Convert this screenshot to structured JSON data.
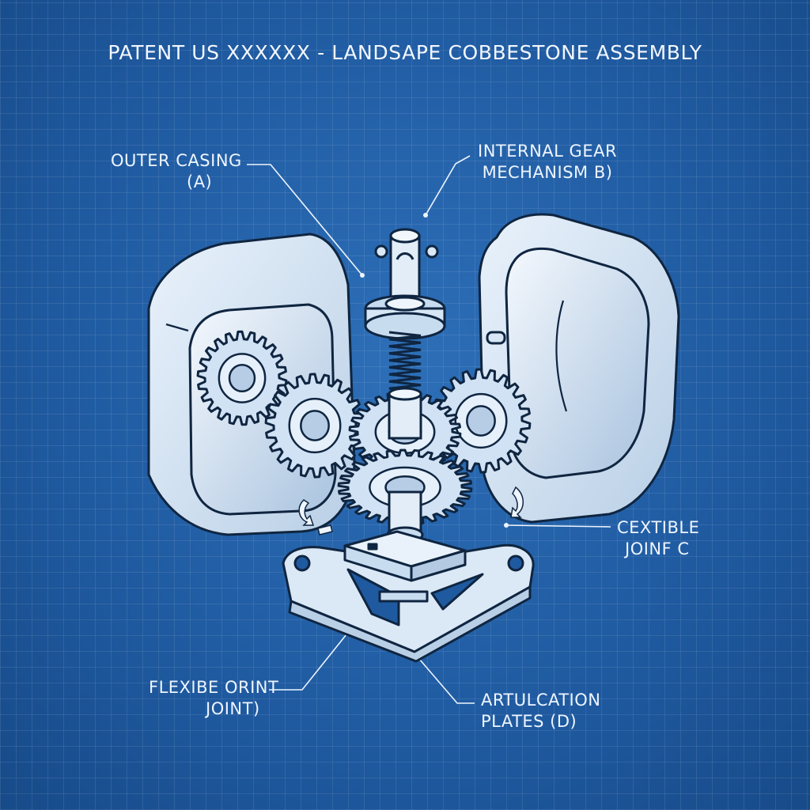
{
  "title": "PATENT US XXXXXX - LANDSAPE COBBESTONE ASSEMBLY",
  "labels": {
    "outer_casing": [
      "OUTER CASING",
      "(A)"
    ],
    "internal_gear": [
      "INTERNAL GEAR",
      "MECHANISM B)"
    ],
    "cextible_joint": [
      "CEXTIBLE",
      "JOINF C"
    ],
    "flexibe_joint": [
      "FLEXIBE ORINT",
      "JOINT)"
    ],
    "articulation_plates": [
      "ARTULCATION",
      "PLATES (D)"
    ]
  },
  "colors": {
    "background": "#1f5aa0",
    "part_fill": "#d6e6f5",
    "outline": "#0f2540",
    "label_text": "#eef5ff"
  }
}
